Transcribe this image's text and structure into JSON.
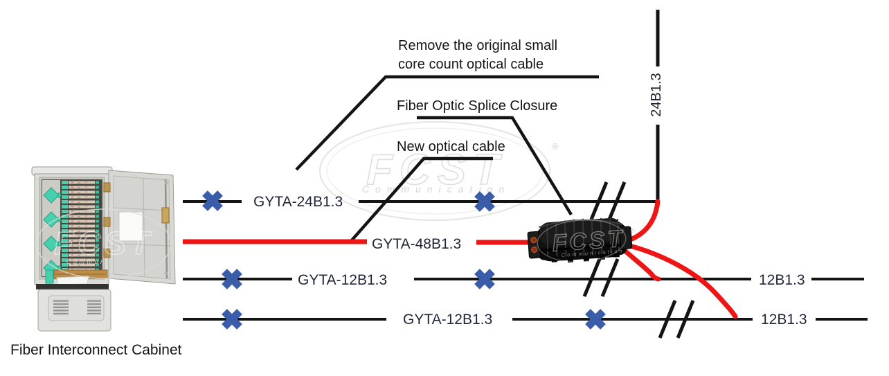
{
  "colors": {
    "cable_red": "#ed1515",
    "cut_blue": "#3a5ca9",
    "line_black": "#141414",
    "label_navy": "#1f2638"
  },
  "watermark": {
    "brand": "FCST",
    "subtitle": "Communication",
    "registered": "®"
  },
  "annotations": {
    "remove_cable_line1": "Remove the original small",
    "remove_cable_line2": "core count optical cable",
    "splice_closure": "Fiber Optic Splice Closure",
    "new_cable": "New optical cable"
  },
  "cabinet": {
    "caption": "Fiber Interconnect Cabinet"
  },
  "cables": {
    "row1": {
      "label": "GYTA-24B1.3"
    },
    "row2": {
      "label": "GYTA-48B1.3"
    },
    "row3": {
      "label": "GYTA-12B1.3",
      "right_label": "12B1.3"
    },
    "row4": {
      "label": "GYTA-12B1.3",
      "right_label": "12B1.3"
    },
    "vertical": {
      "label": "24B1.3"
    }
  }
}
